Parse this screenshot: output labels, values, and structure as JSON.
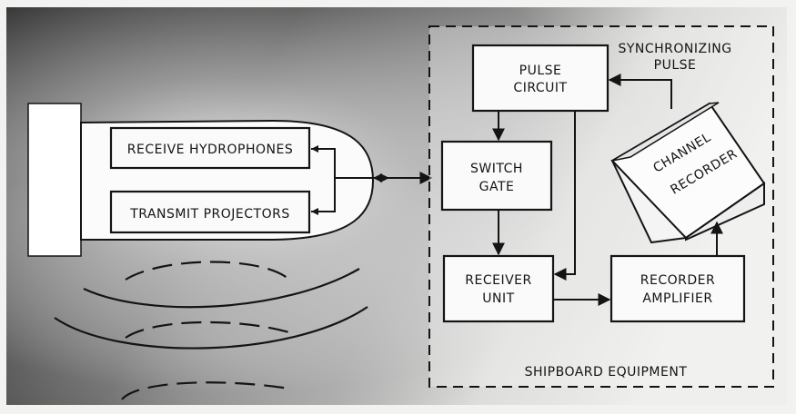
{
  "diagram": {
    "ship_labels": {
      "receive": "RECEIVE HYDROPHONES",
      "transmit": "TRANSMIT PROJECTORS"
    },
    "shipboard": {
      "pulse_circuit": [
        "PULSE",
        "CIRCUIT"
      ],
      "sync_pulse": [
        "SYNCHRONIZING",
        "PULSE"
      ],
      "switch_gate": [
        "SWITCH",
        "GATE"
      ],
      "channel_recorder": [
        "CHANNEL",
        "RECORDER"
      ],
      "receiver_unit": [
        "RECEIVER",
        "UNIT"
      ],
      "recorder_amplifier": [
        "RECORDER",
        "AMPLIFIER"
      ],
      "equipment_label": "SHIPBOARD EQUIPMENT"
    }
  },
  "colors": {
    "background_dark": "#2a2a2a",
    "background_light": "#f2f2f0",
    "ink": "#141414",
    "box_fill": "#fafafa"
  }
}
